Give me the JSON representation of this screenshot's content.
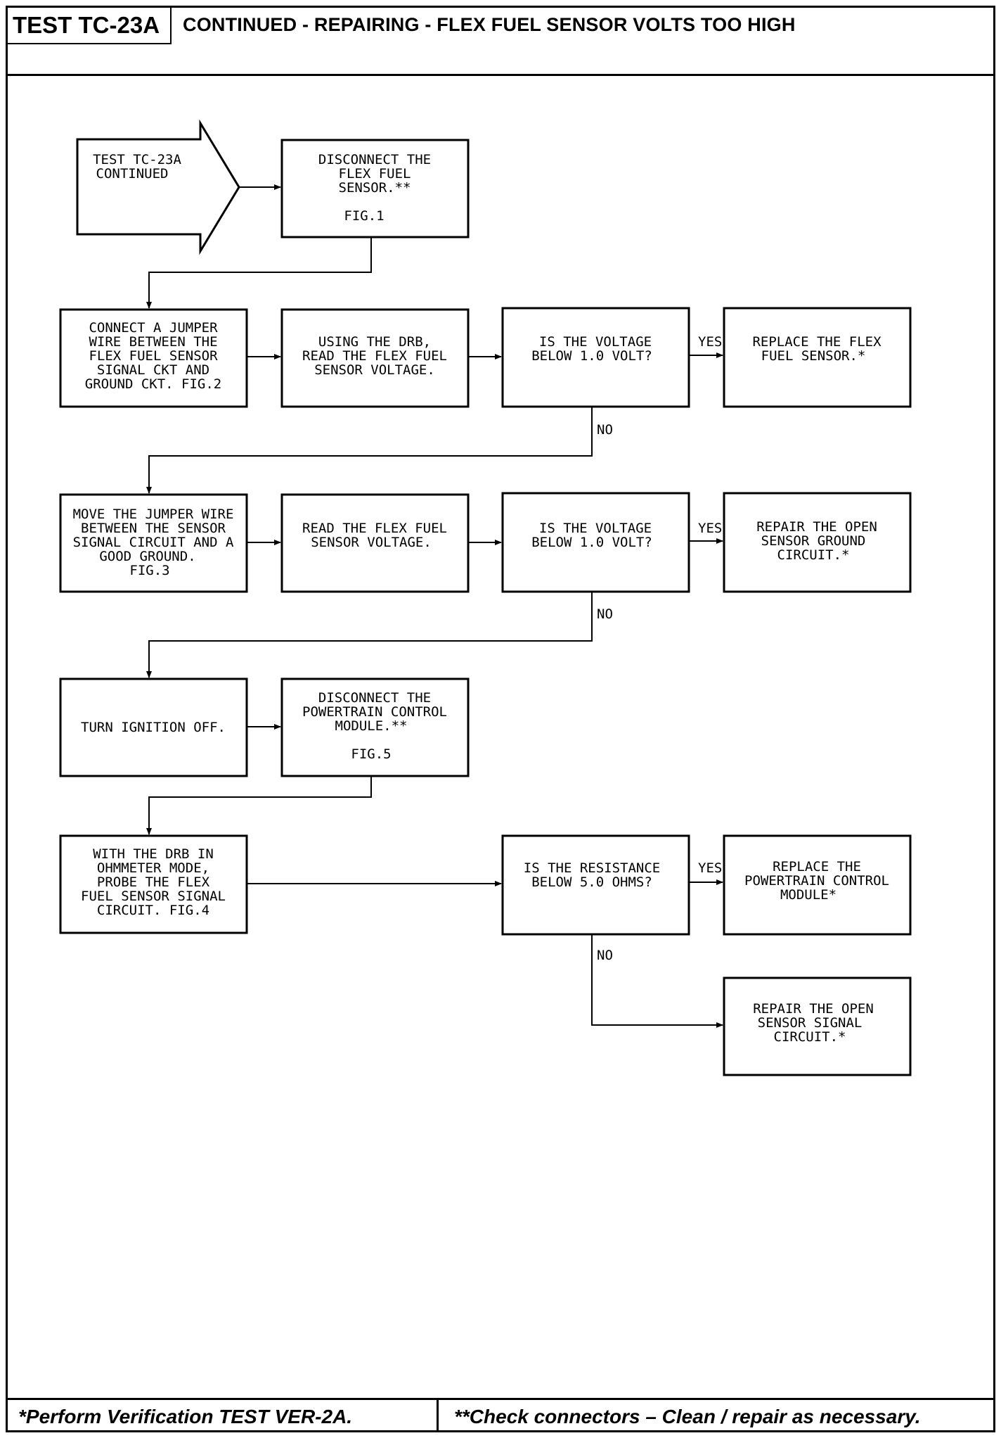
{
  "header": {
    "test_id": "TEST TC-23A",
    "title": "CONTINUED - REPAIRING - FLEX FUEL SENSOR VOLTS TOO HIGH"
  },
  "flowchart": {
    "start": [
      "TEST TC-23A",
      "CONTINUED"
    ],
    "steps": {
      "disconnect_sensor": [
        "DISCONNECT THE",
        "FLEX FUEL",
        "SENSOR.**",
        "",
        "FIG.1"
      ],
      "connect_jumper": [
        "CONNECT A JUMPER",
        "WIRE BETWEEN THE",
        "FLEX FUEL SENSOR",
        "SIGNAL CKT AND",
        "GROUND CKT. FIG.2"
      ],
      "read_voltage_1": [
        "USING THE DRB,",
        "READ THE FLEX FUEL",
        "SENSOR VOLTAGE."
      ],
      "voltage_check_1": [
        "IS THE VOLTAGE",
        "BELOW 1.0 VOLT?"
      ],
      "replace_sensor": [
        "REPLACE THE FLEX",
        "FUEL SENSOR.*"
      ],
      "move_jumper": [
        "MOVE THE JUMPER WIRE",
        "BETWEEN THE SENSOR",
        "SIGNAL CIRCUIT AND A",
        "GOOD GROUND.",
        "FIG.3"
      ],
      "read_voltage_2": [
        "READ THE FLEX FUEL",
        "SENSOR VOLTAGE."
      ],
      "voltage_check_2": [
        "IS THE VOLTAGE",
        "BELOW 1.0 VOLT?"
      ],
      "repair_ground": [
        "REPAIR THE OPEN",
        "SENSOR GROUND",
        "CIRCUIT.*"
      ],
      "ignition_off": [
        "TURN IGNITION OFF."
      ],
      "disconnect_pcm": [
        "DISCONNECT THE",
        "POWERTRAIN CONTROL",
        "MODULE.**",
        "",
        "FIG.5"
      ],
      "probe_circuit": [
        "WITH THE DRB IN",
        "OHMMETER MODE,",
        "PROBE THE FLEX",
        "FUEL SENSOR SIGNAL",
        "CIRCUIT. FIG.4"
      ],
      "resistance_check": [
        "IS THE RESISTANCE",
        "BELOW 5.0 OHMS?"
      ],
      "replace_pcm": [
        "REPLACE THE",
        "POWERTRAIN CONTROL",
        "MODULE*"
      ],
      "repair_signal": [
        "REPAIR THE OPEN",
        "SENSOR SIGNAL",
        "CIRCUIT.*"
      ]
    },
    "labels": {
      "yes": "YES",
      "no": "NO"
    }
  },
  "footer": {
    "note_1": "*Perform Verification TEST VER-2A.",
    "note_2": "**Check connectors – Clean / repair as necessary."
  }
}
